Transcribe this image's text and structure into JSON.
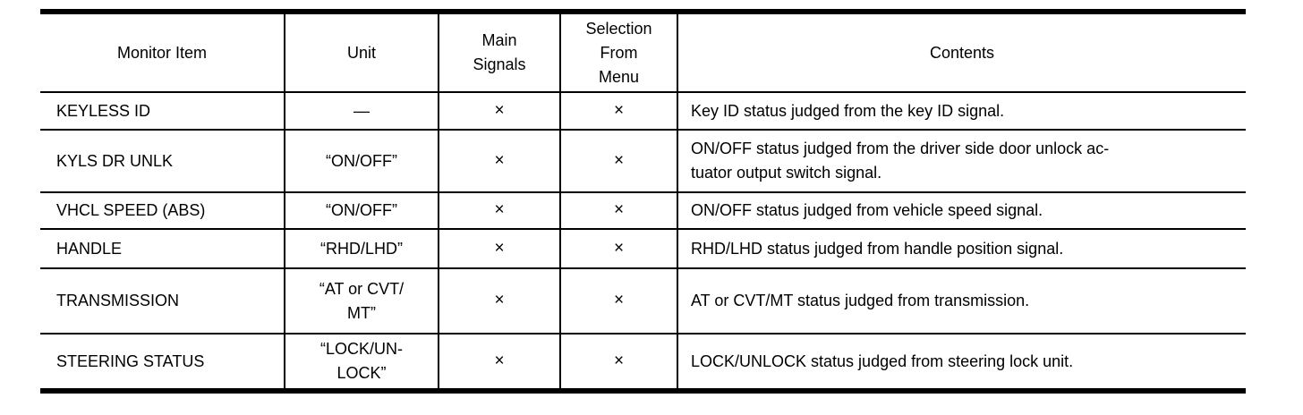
{
  "table": {
    "columns": [
      {
        "label": "Monitor Item"
      },
      {
        "label": "Unit"
      },
      {
        "label": "Main\nSignals"
      },
      {
        "label": "Selection\nFrom\nMenu"
      },
      {
        "label": "Contents"
      }
    ],
    "rows": [
      {
        "monitor_item": "KEYLESS ID",
        "unit": "—",
        "main_signals": "×",
        "selection_from_menu": "×",
        "contents": "Key ID status judged from the key ID signal."
      },
      {
        "monitor_item": "KYLS DR UNLK",
        "unit": "“ON/OFF”",
        "main_signals": "×",
        "selection_from_menu": "×",
        "contents": "ON/OFF status judged from the driver side door unlock ac-\ntuator output switch signal."
      },
      {
        "monitor_item": "VHCL SPEED (ABS)",
        "unit": "“ON/OFF”",
        "main_signals": "×",
        "selection_from_menu": "×",
        "contents": "ON/OFF status judged from vehicle speed signal."
      },
      {
        "monitor_item": "HANDLE",
        "unit": "“RHD/LHD”",
        "main_signals": "×",
        "selection_from_menu": "×",
        "contents": "RHD/LHD status judged from handle position signal."
      },
      {
        "monitor_item": "TRANSMISSION",
        "unit": "“AT or CVT/\nMT”",
        "main_signals": "×",
        "selection_from_menu": "×",
        "contents": "AT or CVT/MT status judged from transmission."
      },
      {
        "monitor_item": "STEERING STATUS",
        "unit": "“LOCK/UN-\nLOCK”",
        "main_signals": "×",
        "selection_from_menu": "×",
        "contents": "LOCK/UNLOCK status judged from steering lock unit."
      }
    ]
  },
  "colors": {
    "border": "#000000",
    "text": "#000000",
    "background": "#ffffff"
  }
}
